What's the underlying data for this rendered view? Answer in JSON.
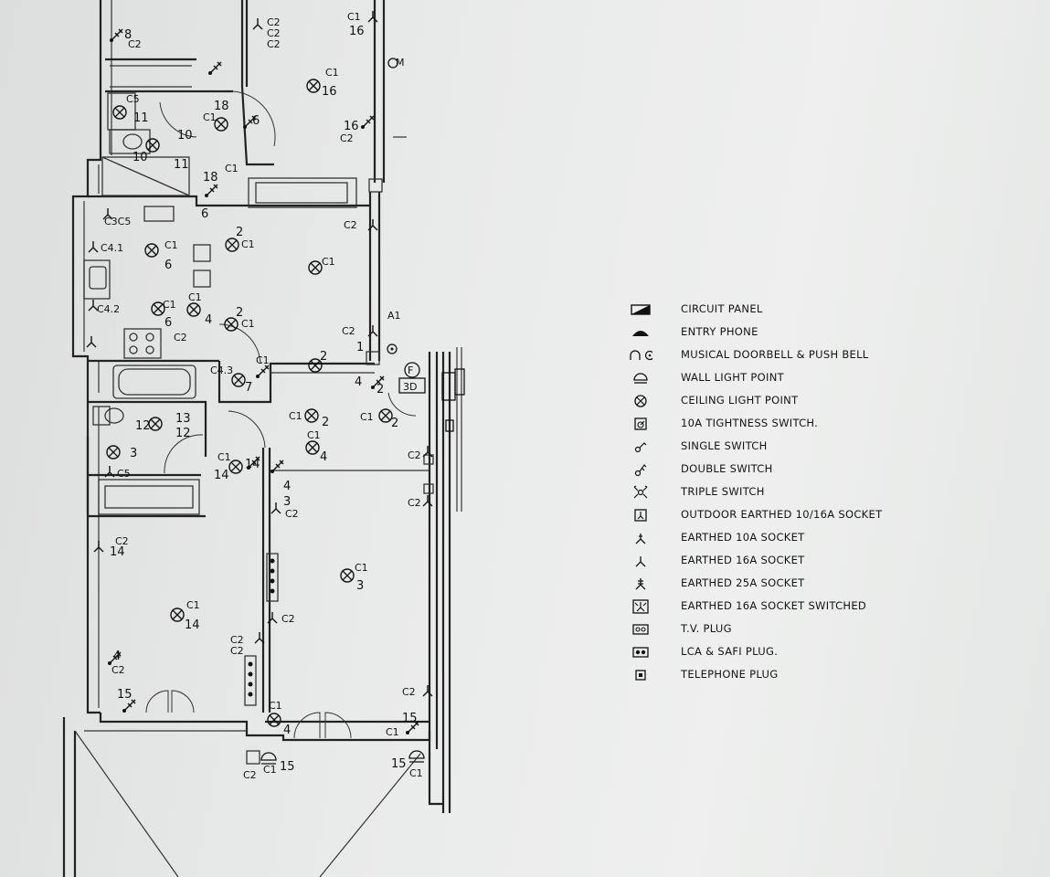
{
  "plan": {
    "labels": {
      "circuits": {
        "c1": "C1",
        "c2": "C2",
        "c5": "C5",
        "c4_1": "C4.1",
        "c4_2": "C4.2",
        "c4_3": "C4.3",
        "c3c5": "C3C5",
        "a1": "A1"
      },
      "numbers": {
        "n1": "1",
        "n2": "2",
        "n3": "3",
        "n4": "4",
        "n6": "6",
        "n7": "7",
        "n8": "8",
        "n10": "10",
        "n11": "11",
        "n12": "12",
        "n13": "13",
        "n14": "14",
        "n15": "15",
        "n16": "16",
        "n18": "18"
      },
      "tags": {
        "f": "F",
        "d3": "3D",
        "m": "M"
      }
    }
  },
  "legend": {
    "items": [
      {
        "icon": "circuit-panel-icon",
        "label": "CIRCUIT  PANEL"
      },
      {
        "icon": "entry-phone-icon",
        "label": "ENTRY  PHONE"
      },
      {
        "icon": "doorbell-push-bell-icon",
        "label": "MUSICAL  DOORBELL  &  PUSH  BELL"
      },
      {
        "icon": "wall-light-point-icon",
        "label": "WALL  LIGHT  POINT"
      },
      {
        "icon": "ceiling-light-point-icon",
        "label": "CEILING  LIGHT  POINT"
      },
      {
        "icon": "tightness-switch-icon",
        "label": "10A  TIGHTNESS  SWITCH."
      },
      {
        "icon": "single-switch-icon",
        "label": "SINGLE  SWITCH"
      },
      {
        "icon": "double-switch-icon",
        "label": "DOUBLE  SWITCH"
      },
      {
        "icon": "triple-switch-icon",
        "label": "TRIPLE  SWITCH"
      },
      {
        "icon": "outdoor-socket-icon",
        "label": "OUTDOOR  EARTHED  10/16A  SOCKET"
      },
      {
        "icon": "socket-10a-icon",
        "label": "EARTHED  10A  SOCKET"
      },
      {
        "icon": "socket-16a-icon",
        "label": "EARTHED  16A  SOCKET"
      },
      {
        "icon": "socket-25a-icon",
        "label": "EARTHED  25A  SOCKET"
      },
      {
        "icon": "socket-16a-switched-icon",
        "label": "EARTHED  16A  SOCKET  SWITCHED"
      },
      {
        "icon": "tv-plug-icon",
        "label": "T.V.  PLUG"
      },
      {
        "icon": "lca-safi-plug-icon",
        "label": "LCA  &  SAFI  PLUG."
      },
      {
        "icon": "telephone-plug-icon",
        "label": "TELEPHONE  PLUG"
      }
    ]
  }
}
